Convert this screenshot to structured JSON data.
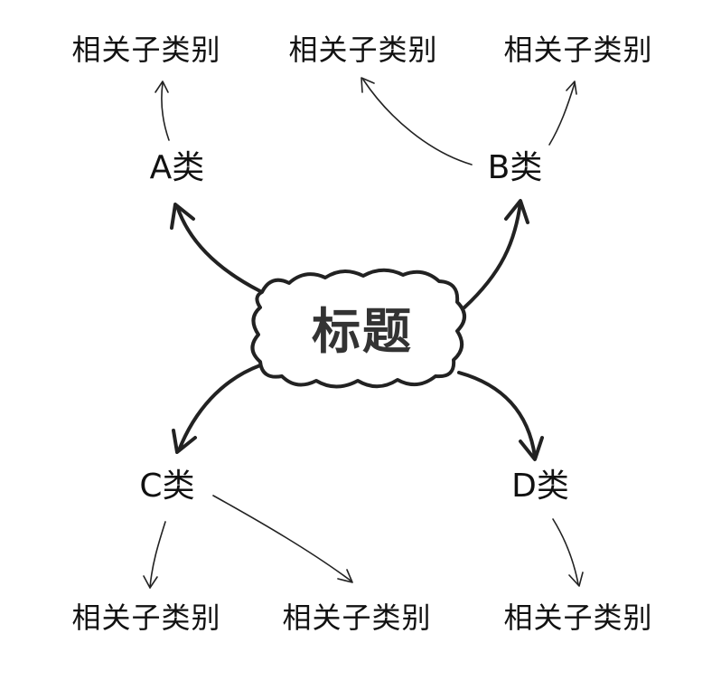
{
  "title": "标题",
  "branches": {
    "a": {
      "label": "A类",
      "subs": [
        "相关子类别"
      ]
    },
    "b": {
      "label": "B类",
      "subs": [
        "相关子类别",
        "相关子类别"
      ]
    },
    "c": {
      "label": "C类",
      "subs": [
        "相关子类别",
        "相关子类别"
      ]
    },
    "d": {
      "label": "D类",
      "subs": [
        "相关子类别"
      ]
    }
  },
  "colors": {
    "stroke": "#222222",
    "title_text": "#333333"
  }
}
